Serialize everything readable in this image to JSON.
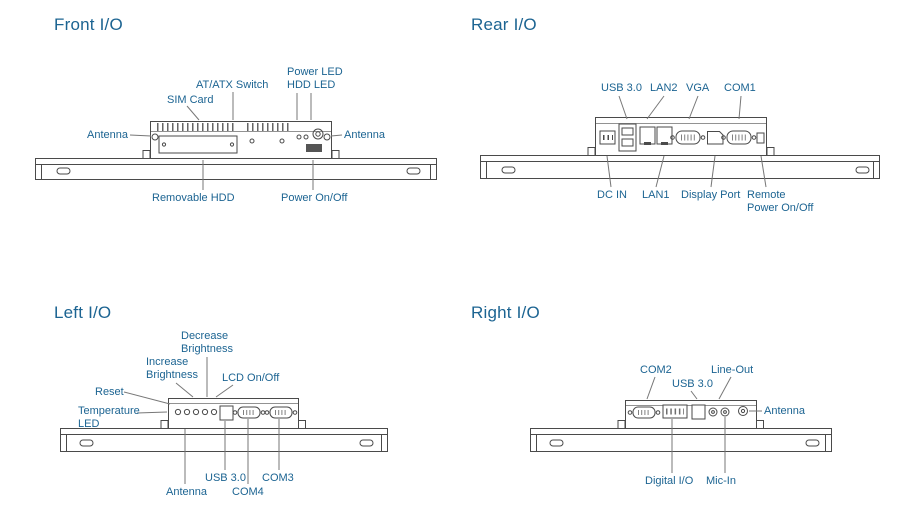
{
  "page": {
    "background": "#ffffff"
  },
  "colors": {
    "label_blue": "#1c6492",
    "drawing_line": "#4a4a4a",
    "leader_line": "#777777"
  },
  "sections": {
    "front": {
      "title": "Front I/O",
      "labels": {
        "atx_switch": "AT/ATX Switch",
        "power_hdd_led": "Power LED\nHDD LED",
        "sim_card": "SIM Card",
        "antenna_left": "Antenna",
        "antenna_right": "Antenna",
        "removable_hdd": "Removable HDD",
        "power_onoff": "Power On/Off"
      }
    },
    "rear": {
      "title": "Rear I/O",
      "labels": {
        "usb30": "USB 3.0",
        "lan2": "LAN2",
        "vga": "VGA",
        "com1": "COM1",
        "dc_in": "DC IN",
        "lan1": "LAN1",
        "display_port": "Display Port",
        "remote_power": "Remote\nPower On/Off"
      }
    },
    "left": {
      "title": "Left I/O",
      "labels": {
        "decrease_brightness": "Decrease\nBrightness",
        "increase_brightness": "Increase\nBrightness",
        "lcd_onoff": "LCD On/Off",
        "reset": "Reset",
        "temperature_led": "Temperature\nLED",
        "antenna": "Antenna",
        "usb30": "USB 3.0",
        "com4": "COM4",
        "com3": "COM3"
      }
    },
    "right": {
      "title": "Right I/O",
      "labels": {
        "com2": "COM2",
        "usb30": "USB 3.0",
        "line_out": "Line-Out",
        "antenna": "Antenna",
        "digital_io": "Digital I/O",
        "mic_in": "Mic-In"
      }
    }
  }
}
